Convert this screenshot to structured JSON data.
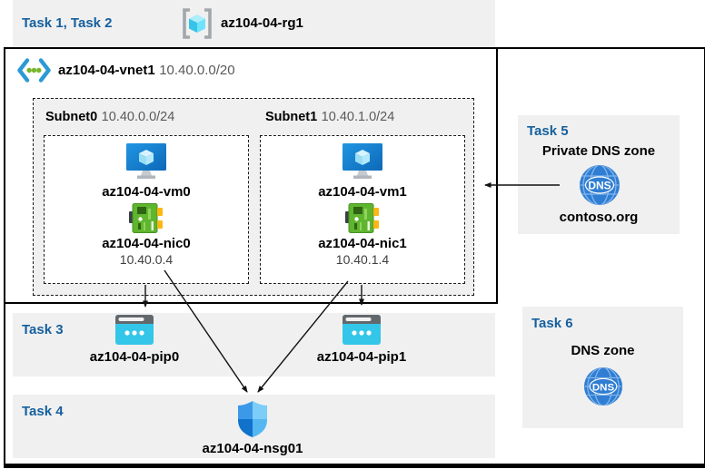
{
  "header": {
    "tasks_label": "Task 1, Task 2",
    "resource_group": "az104-04-rg1"
  },
  "vnet": {
    "name": "az104-04-vnet1",
    "cidr": "10.40.0.0/20"
  },
  "subnets": [
    {
      "name": "Subnet0",
      "cidr": "10.40.0.0/24",
      "vm_name": "az104-04-vm0",
      "nic_name": "az104-04-nic0",
      "nic_ip": "10.40.0.4"
    },
    {
      "name": "Subnet1",
      "cidr": "10.40.1.0/24",
      "vm_name": "az104-04-vm1",
      "nic_name": "az104-04-nic1",
      "nic_ip": "10.40.1.4"
    }
  ],
  "task3": {
    "label": "Task 3",
    "pip0": "az104-04-pip0",
    "pip1": "az104-04-pip1"
  },
  "task4": {
    "label": "Task 4",
    "nsg_name": "az104-04-nsg01"
  },
  "task5": {
    "label": "Task 5",
    "title": "Private DNS zone",
    "zone_name": "contoso.org",
    "dns_icon_text": "DNS"
  },
  "task6": {
    "label": "Task 6",
    "title": "DNS zone",
    "dns_icon_text": "DNS"
  },
  "icons": [
    "resource-group-icon",
    "virtual-network-icon",
    "vm-icon",
    "nic-icon",
    "public-ip-icon",
    "nsg-shield-icon",
    "dns-zone-icon"
  ],
  "colors": {
    "task_label_blue": "#15609e",
    "band_gray": "#f0f0f0",
    "border_black": "#000000",
    "cidr_gray": "#595959",
    "vm_blue": "#1b84d8",
    "nic_green": "#60b52f",
    "pip_cyan": "#33c6e9",
    "dns_blue": "#2f7ed3",
    "cube_cyan": "#50e6ff"
  }
}
